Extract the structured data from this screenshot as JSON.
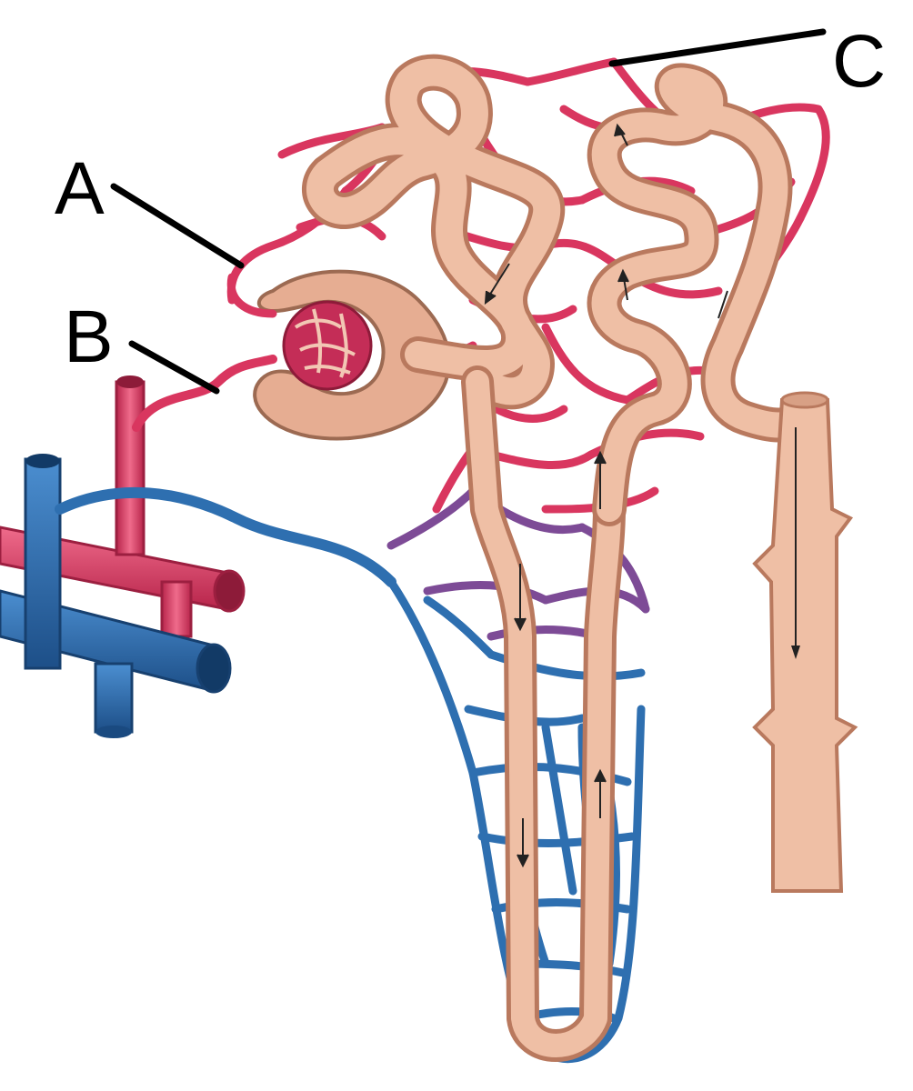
{
  "diagram": {
    "labels": [
      {
        "id": "A",
        "text": "A"
      },
      {
        "id": "B",
        "text": "B"
      },
      {
        "id": "C",
        "text": "C"
      }
    ],
    "colors": {
      "artery": "#d9365f",
      "artery_dark": "#a91f44",
      "vein": "#2e6fb0",
      "vein_dark": "#1a4a80",
      "transition": "#7d4b96",
      "tubule": "#e9b59b",
      "tubule_edge": "#b9795e",
      "collecting_duct": "#efbfa5",
      "glomerulus": "#c42d57"
    }
  }
}
